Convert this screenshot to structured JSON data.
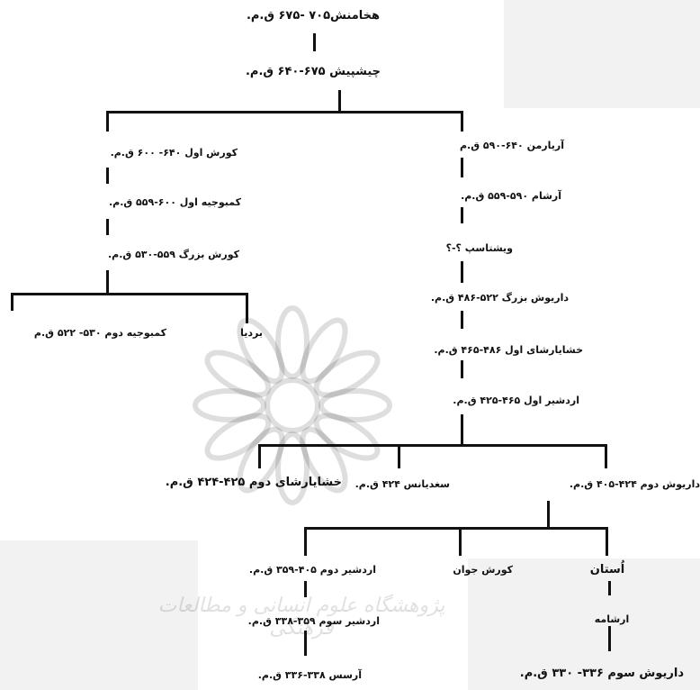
{
  "nodes": {
    "hakhamanesh": "هخامنش۷۰۵ -۶۷۵ ق.م.",
    "chishpish": "چیشپیش ۶۷۵-۶۴۰ ق.م.",
    "kourosh1": "کورش اول ۶۴۰- ۶۰۰ ق.م.",
    "kambujiye1": "کمبوجیه اول ۶۰۰-۵۵۹ ق.م.",
    "kourosh_bozorg": "کورش بزرگ ۵۵۹-۵۳۰ ق.م.",
    "kambujiye2": "کمبوجیه دوم ۵۳۰- ۵۲۲ ق.م",
    "bardiya": "بردیا",
    "ariyaramna": "آریارمن ۶۴۰-۵۹۰ ق.م",
    "arshama": "آرشام ۵۹۰-۵۵۹ ق.م.",
    "vishtaspa": "ویشتاسپ ؟-؟",
    "dariush1": "داریوش بزرگ ۵۲۲-۴۸۶ ق.م.",
    "khashayarsha1": "خشایارشای اول ۴۸۶-۴۶۵ ق.م.",
    "ardeshir1": "اردشیر اول ۴۶۵-۴۲۵ ق.م.",
    "dariush2": "داریوش دوم ۴۲۴-۴۰۵ ق.م.",
    "soghdianus": "سغدیانس ۴۲۴ ق.م.",
    "khashayarsha2": "خشایارشای دوم ۴۲۵-۴۲۴ ق.م.",
    "ostan": "اُستان",
    "arshame": "ارشامه",
    "dariush3": "داریوش سوم ۳۳۶- ۳۳۰ ق.م.",
    "kourosh_javan": "کورش جوان",
    "ardeshir2": "اردشیر دوم ۴۰۵-۳۵۹ ق.م.",
    "ardeshir3": "اردشیر سوم ۳۵۹-۳۳۸ ق.م.",
    "arses": "آرسس ۳۳۸-۳۳۶ ق.م."
  },
  "watermark": {
    "logo": "rosette-logo",
    "script_text": "پژوهشگاه علوم انسانی و مطالعات فرهنگی"
  }
}
